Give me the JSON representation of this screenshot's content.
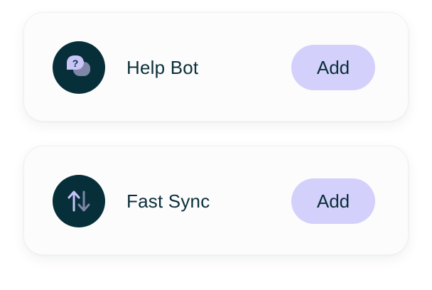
{
  "apps": [
    {
      "name": "Help Bot",
      "icon": "help-chat-icon",
      "action_label": "Add"
    },
    {
      "name": "Fast Sync",
      "icon": "sync-arrows-icon",
      "action_label": "Add"
    }
  ],
  "colors": {
    "icon_background": "#062f3a",
    "icon_accent": "#c9c5f7",
    "icon_secondary": "#7f86a8",
    "button_background": "#d3d0fb",
    "text": "#0b2f3a"
  }
}
